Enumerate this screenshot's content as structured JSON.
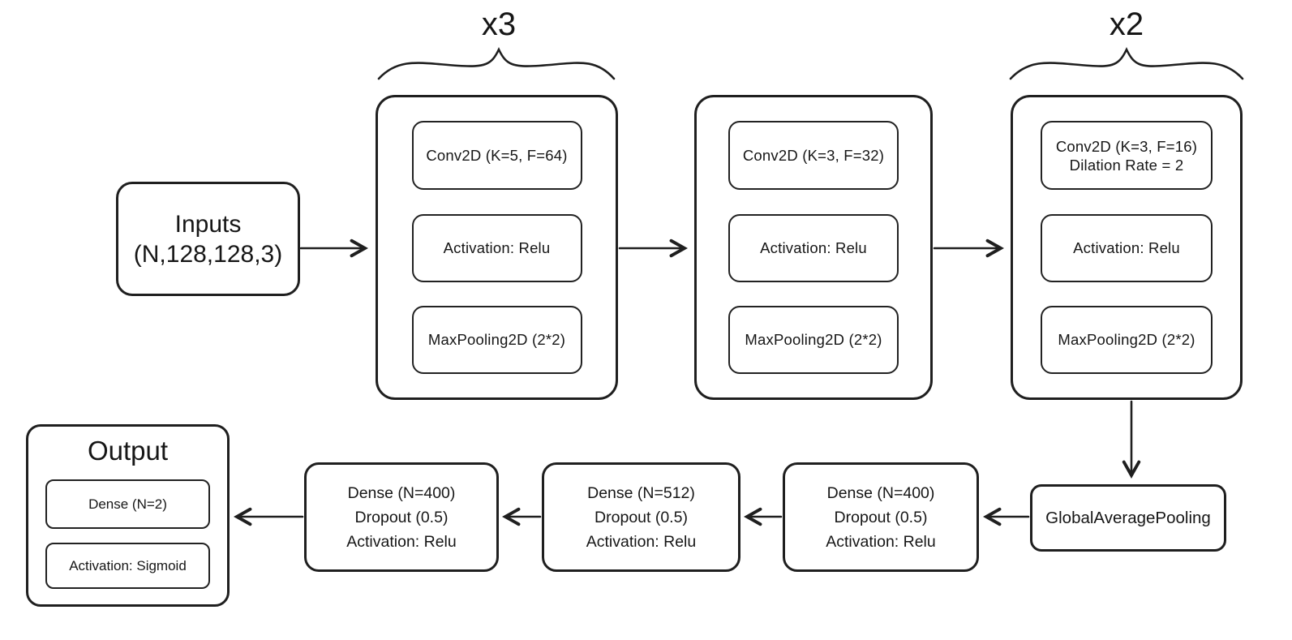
{
  "colors": {
    "ink": "#1f1f1f",
    "background": "#ffffff"
  },
  "multiplier_left": "x3",
  "multiplier_right": "x2",
  "inputs": {
    "title": "Inputs",
    "shape": "(N,128,128,3)"
  },
  "conv_block_1": {
    "conv": "Conv2D (K=5, F=64)",
    "activation": "Activation: Relu",
    "pooling": "MaxPooling2D (2*2)"
  },
  "conv_block_2": {
    "conv": "Conv2D (K=3, F=32)",
    "activation": "Activation: Relu",
    "pooling": "MaxPooling2D (2*2)"
  },
  "conv_block_3": {
    "conv": "Conv2D (K=3, F=16)",
    "conv_line2": "Dilation Rate = 2",
    "activation": "Activation: Relu",
    "pooling": "MaxPooling2D (2*2)"
  },
  "gap": "GlobalAveragePooling",
  "dense_1": {
    "dense": "Dense (N=400)",
    "dropout": "Dropout (0.5)",
    "activation": "Activation: Relu"
  },
  "dense_2": {
    "dense": "Dense (N=512)",
    "dropout": "Dropout (0.5)",
    "activation": "Activation: Relu"
  },
  "dense_3": {
    "dense": "Dense (N=400)",
    "dropout": "Dropout (0.5)",
    "activation": "Activation: Relu"
  },
  "output": {
    "title": "Output",
    "dense": "Dense (N=2)",
    "activation": "Activation: Sigmoid"
  }
}
